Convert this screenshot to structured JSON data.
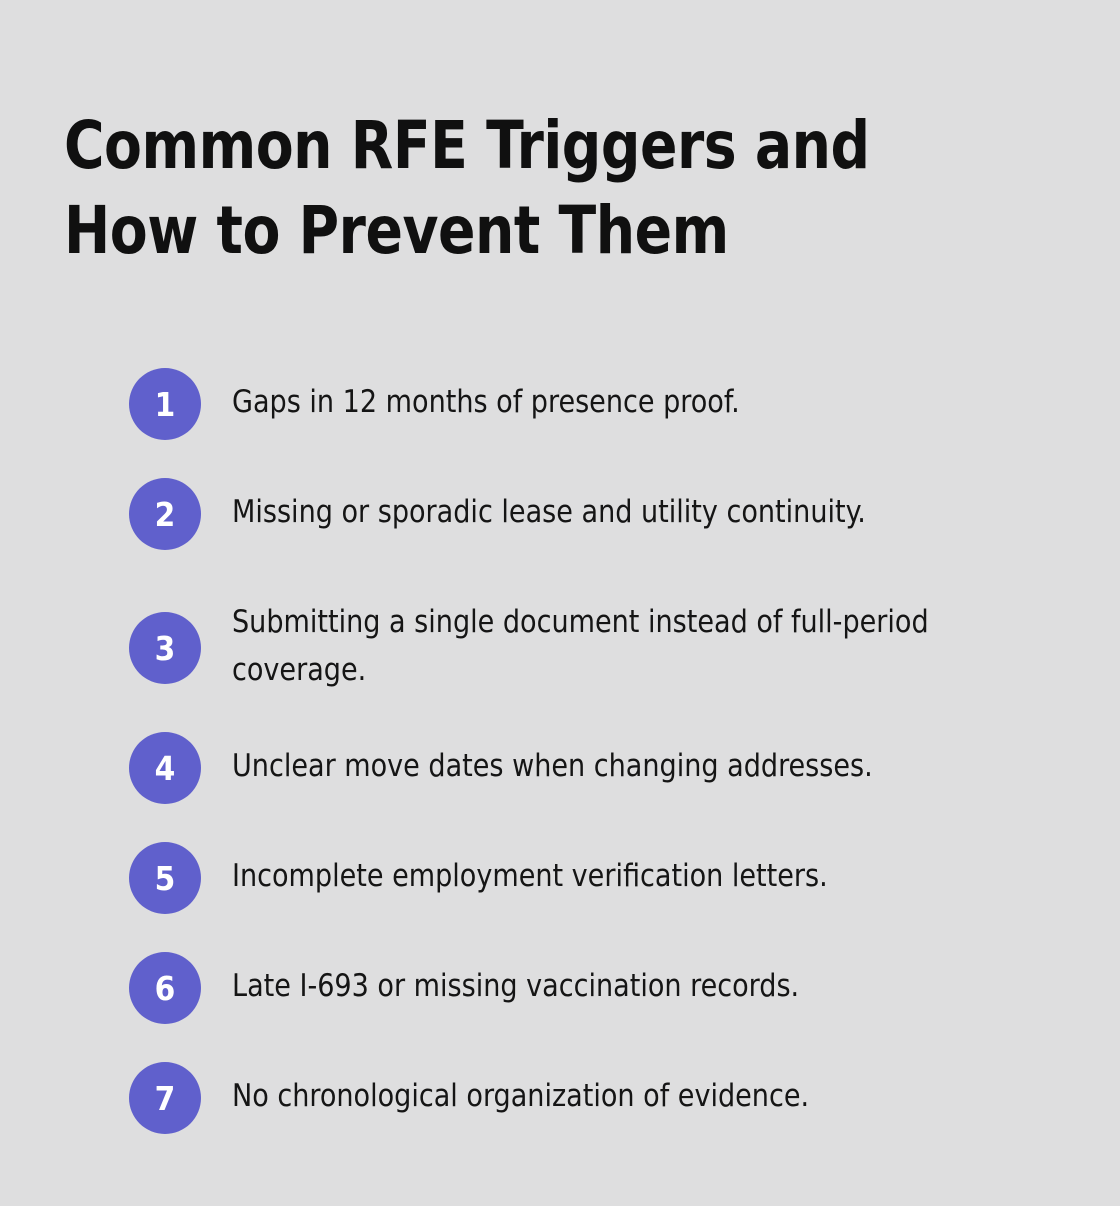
{
  "page": {
    "background_color": "#dededf",
    "text_color": "#151515",
    "accent_color": "#6060cc",
    "badge_text_color": "#ffffff"
  },
  "header": {
    "title": "Common RFE Triggers and How to Prevent Them",
    "title_line_1": "Common RFE Triggers and How",
    "title_line_2": "to Prevent Them"
  },
  "list": {
    "items": [
      {
        "number": "1",
        "text": "Gaps in 12 months of presence proof."
      },
      {
        "number": "2",
        "text": "Missing or sporadic lease and utility continuity."
      },
      {
        "number": "3",
        "text": "Submitting a single document instead of full-period coverage."
      },
      {
        "number": "4",
        "text": "Unclear move dates when changing addresses."
      },
      {
        "number": "5",
        "text": "Incomplete employment verification letters."
      },
      {
        "number": "6",
        "text": "Late I-693 or missing vaccination records."
      },
      {
        "number": "7",
        "text": "No chronological organization of evidence."
      }
    ]
  }
}
